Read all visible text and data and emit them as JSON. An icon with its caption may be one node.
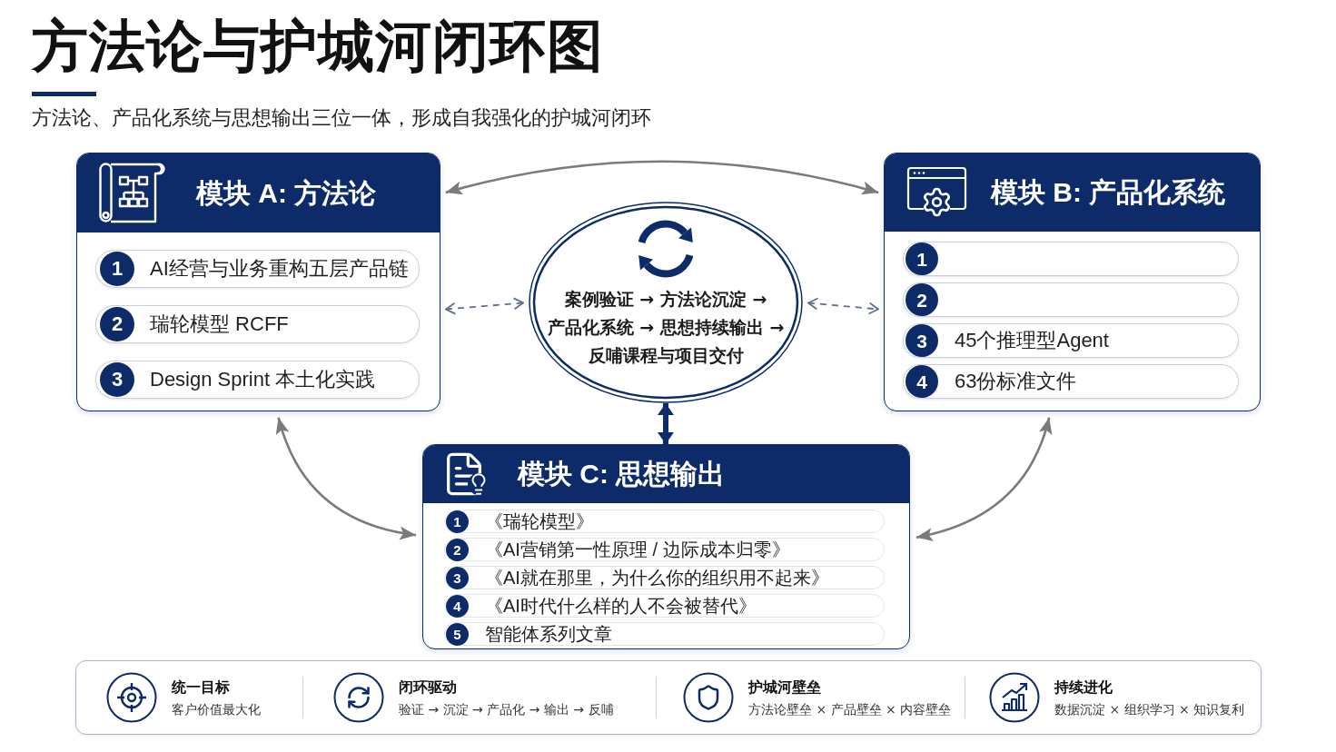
{
  "diagram": {
    "title": "方法论与护城河闭环图",
    "nodes": [
      {
        "text": [
          "模块 A: 方法论"
        ]
      },
      {
        "text": [
          "1",
          "AI经营与业务重构五层产品链"
        ],
        "in": 0
      },
      {
        "text": [
          "2",
          "瑞轮模型 RCFF"
        ],
        "in": 0
      },
      {
        "text": [
          "3",
          "Design Sprint 本土化实践"
        ],
        "in": 0
      },
      {
        "text": [
          "模块 B: 产品化系统"
        ]
      },
      {
        "text": [
          "1"
        ],
        "in": 4
      },
      {
        "text": [
          "2"
        ],
        "in": 4
      },
      {
        "text": [
          "3",
          "45个推理型Agent"
        ],
        "in": 4
      },
      {
        "text": [
          "4",
          "63份标准文件"
        ],
        "in": 4
      },
      {
        "text": [
          "案例验证 → 方法论沉淀 → 产品化系统 → 思想持续输出 → 反哺课程与项目交付"
        ]
      },
      {
        "text": [
          "模块 C: 思想输出"
        ]
      },
      {
        "text": [
          "1",
          "《瑞轮模型》"
        ],
        "in": 10
      },
      {
        "text": [
          "2",
          "《AI营销第一性原理 / 边际成本归零》"
        ],
        "in": 10
      },
      {
        "text": [
          "3",
          "《AI就在那里，为什么你的组织用不起来》"
        ],
        "in": 10
      },
      {
        "text": [
          "4",
          "《AI时代什么样的人不会被替代》"
        ],
        "in": 10
      },
      {
        "text": [
          "5",
          "智能体系列文章"
        ],
        "in": 10
      },
      {
        "text": [
          "统一目标",
          "客户价值最大化",
          "闭环驱动",
          "验证 → 沉淀 → 产品化 → 输出 → 反哺",
          "护城河壁垒",
          "方法论壁垒 × 产品壁垒 × 内容壁垒",
          "持续进化",
          "数据沉淀 × 组织学习 × 知识复利"
        ]
      }
    ],
    "edges": [
      {
        "from": 0,
        "to": 4,
        "arrow": "both"
      },
      {
        "from": 0,
        "to": 9,
        "arrow": "both",
        "style": "dashed",
        "color": "#5f6f8f"
      },
      {
        "from": 9,
        "to": 4,
        "arrow": "both",
        "style": "dashed",
        "color": "#5f6f8f"
      },
      {
        "from": 9,
        "to": 10,
        "arrow": "both",
        "style": "thick",
        "color": "#0d2b69"
      },
      {
        "from": 0,
        "to": 10,
        "arrow": "both"
      },
      {
        "from": 4,
        "to": 10,
        "arrow": "both"
      }
    ],
    "labels": [
      "方法论、产品化系统与思想输出三位一体，形成自我强化的护城河闭环"
    ]
  }
}
